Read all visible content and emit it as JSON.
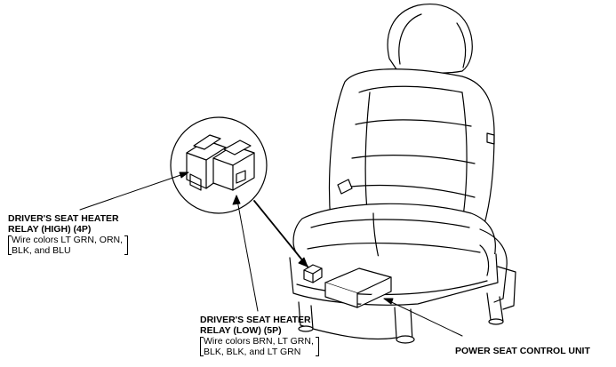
{
  "labels": {
    "relay_high": {
      "line1": "DRIVER'S SEAT HEATER",
      "line2": "RELAY (HIGH) (4P)",
      "wires1": "Wire colors  LT GRN, ORN,",
      "wires2": "BLK, and BLU"
    },
    "relay_low": {
      "line1": "DRIVER'S SEAT HEATER",
      "line2": "RELAY (LOW) (5P)",
      "wires1": "Wire colors  BRN, LT GRN,",
      "wires2": "BLK, BLK, and LT GRN"
    },
    "control_unit": {
      "text": "POWER SEAT CONTROL UNIT"
    }
  },
  "colors": {
    "line": "#000000",
    "background": "#ffffff"
  }
}
